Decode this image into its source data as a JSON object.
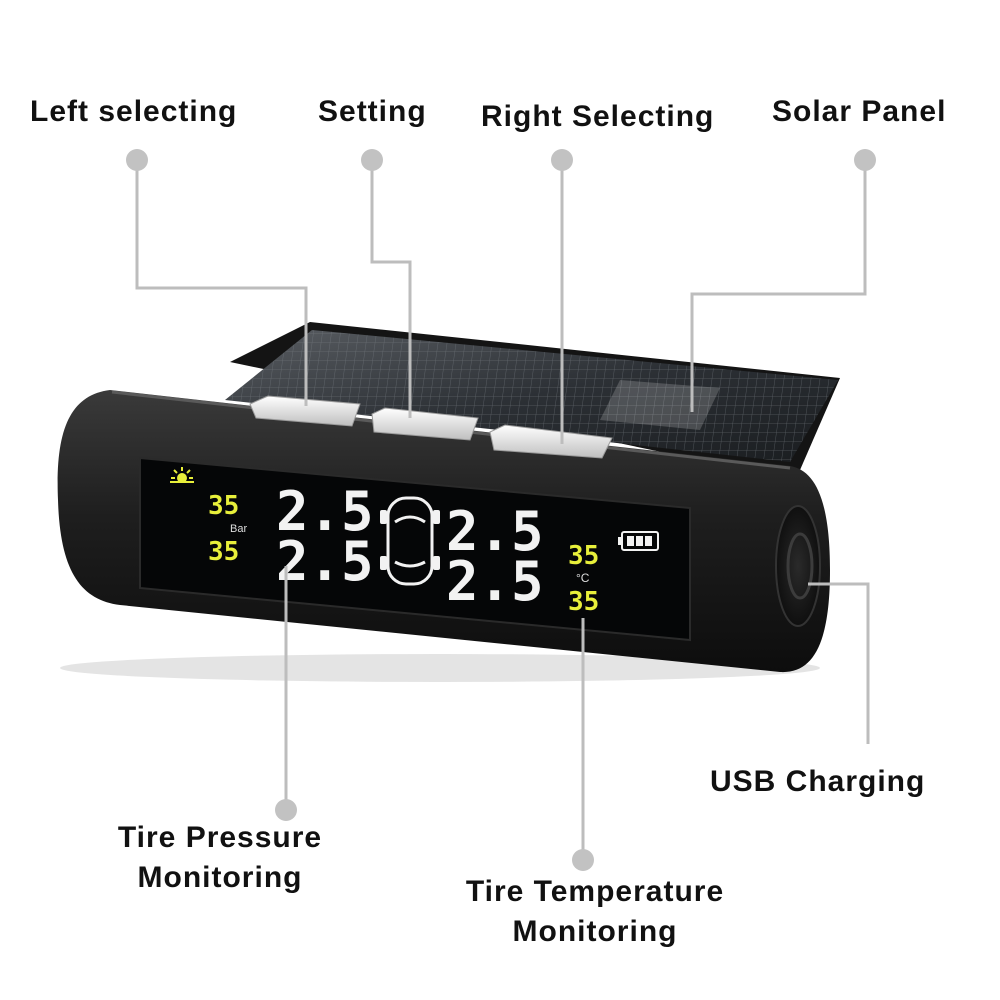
{
  "callouts": {
    "left_selecting": "Left selecting",
    "setting": "Setting",
    "right_selecting": "Right Selecting",
    "solar_panel": "Solar Panel",
    "usb_charging": "USB Charging",
    "tire_pressure_line1": "Tire Pressure",
    "tire_pressure_line2": "Monitoring",
    "tire_temperature_line1": "Tire Temperature",
    "tire_temperature_line2": "Monitoring"
  },
  "display": {
    "temp_front_left": "35",
    "temp_rear_left": "35",
    "temp_front_right": "35",
    "temp_rear_right": "35",
    "pressure_front_left": "2.5",
    "pressure_rear_left": "2.5",
    "pressure_front_right": "2.5",
    "pressure_rear_right": "2.5",
    "pressure_unit": "Bar",
    "temp_unit": "°C"
  },
  "colors": {
    "temp_digits": "#e8ef3a",
    "pressure_digits": "#f2f2f2",
    "callout_line": "#bdbdbd",
    "device_body": "#1c1c1c",
    "solar_panel": "#2f3338"
  },
  "icons": {
    "sun": "sun-icon",
    "battery": "battery-icon",
    "car": "car-top-view-icon"
  }
}
